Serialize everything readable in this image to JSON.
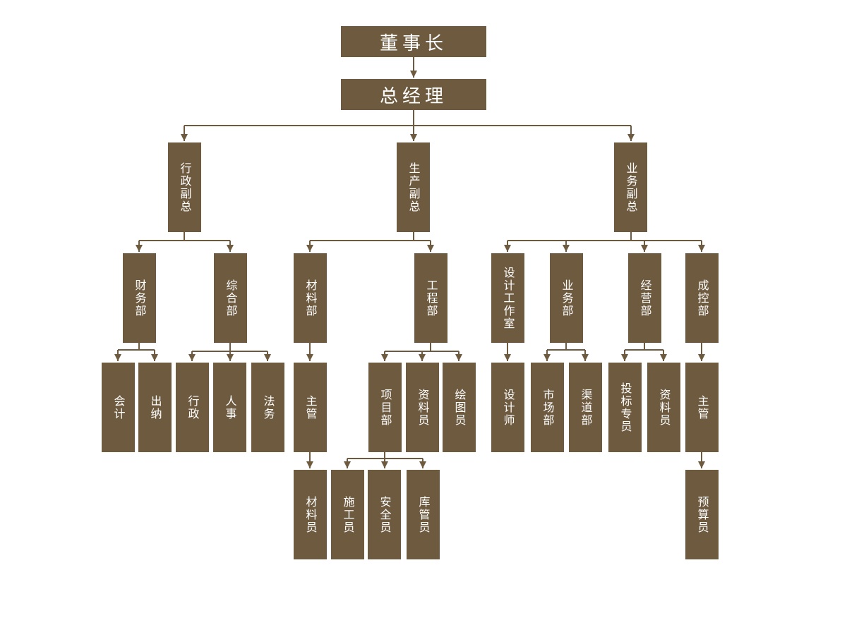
{
  "nodes": {
    "chairman": "董事长",
    "gm": "总经理",
    "admin_vp": "行政副总",
    "prod_vp": "生产副总",
    "biz_vp": "业务副总",
    "finance": "财务部",
    "general": "综合部",
    "materials": "材料部",
    "engineering": "工程部",
    "design_studio": "设计工作室",
    "business": "业务部",
    "operations": "经营部",
    "cost_control": "成控部",
    "accountant": "会计",
    "cashier": "出纳",
    "admin": "行政",
    "hr": "人事",
    "legal": "法务",
    "mat_supervisor": "主管",
    "project_dept": "项目部",
    "documentation": "资料员",
    "drafter": "绘图员",
    "designer": "设计师",
    "market_dept": "市场部",
    "channel_dept": "渠道部",
    "bid_specialist": "投标专员",
    "ops_documentation": "资料员",
    "cc_supervisor": "主管",
    "mat_clerk": "材料员",
    "construction_staff": "施工员",
    "safety_officer": "安全员",
    "warehouse_keeper": "库管员",
    "budget_officer": "预算员"
  },
  "colors": {
    "box": "#6e5a3f",
    "line": "#6e5a3f",
    "text": "#ffffff"
  }
}
